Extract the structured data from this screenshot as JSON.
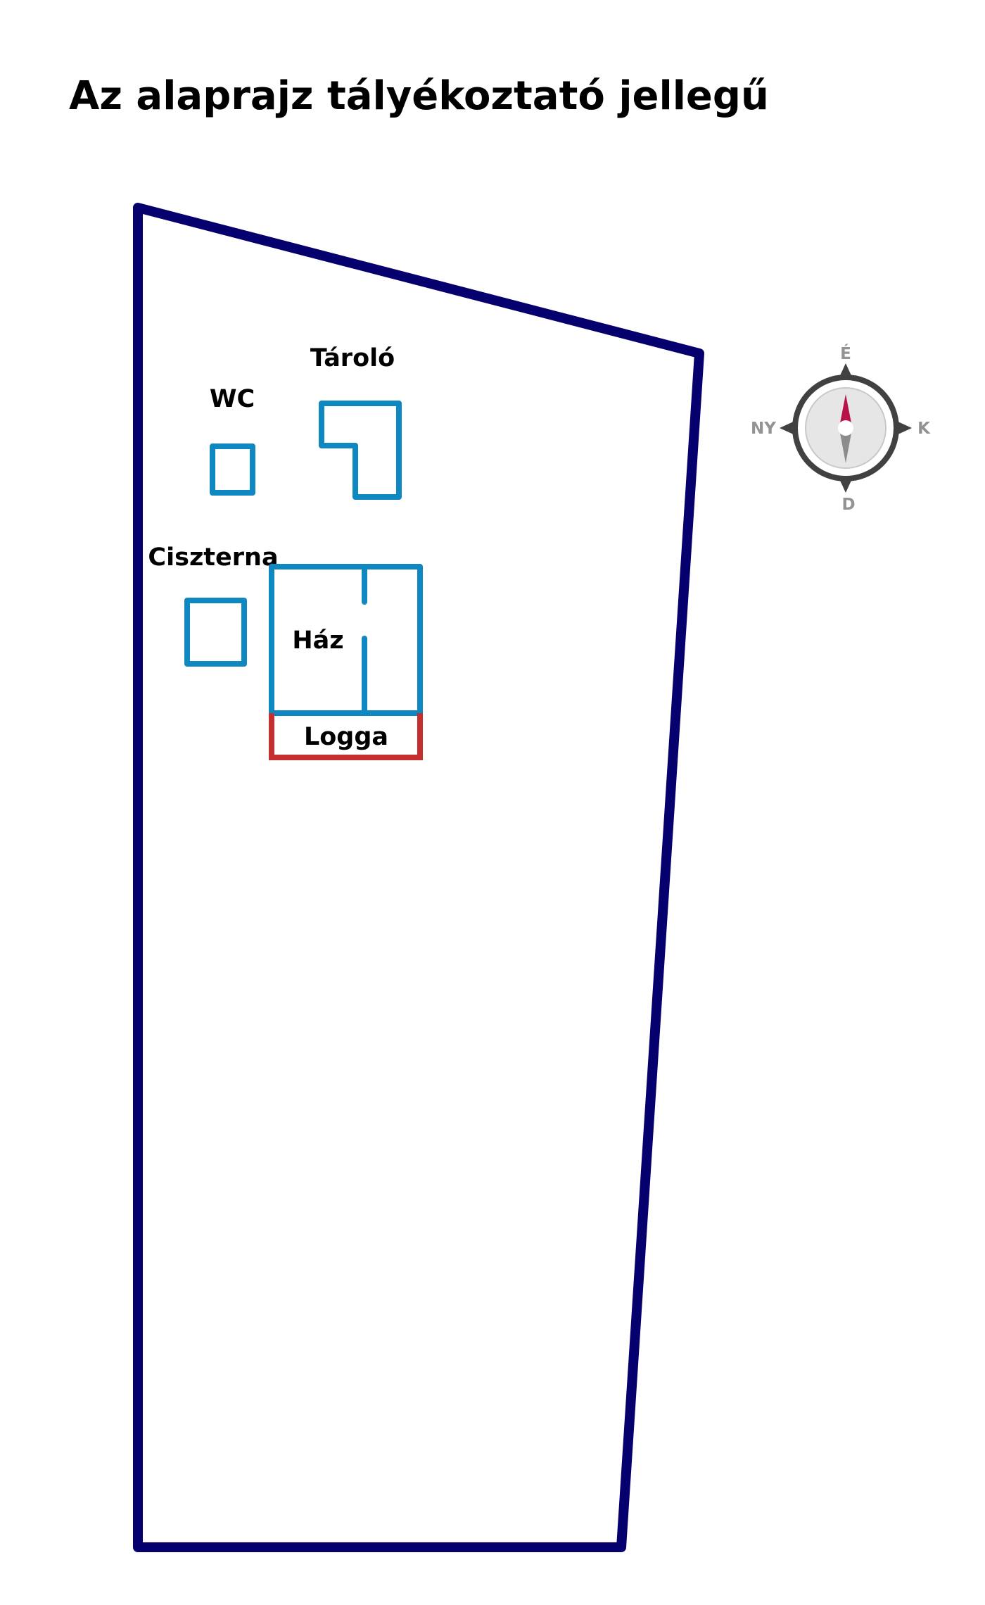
{
  "title": "Az alaprajz tályékoztató jellegű",
  "labels": {
    "wc": "WC",
    "storage": "Tároló",
    "cistern": "Ciszterna",
    "house": "Ház",
    "loggia": "Logga"
  },
  "compass": {
    "north": "É",
    "south": "D",
    "west": "NY",
    "east": "K"
  },
  "colors": {
    "plot_outline": "#05006e",
    "building_outline": "#0f88c2",
    "loggia_outline": "#c4302f",
    "label_text": "#000000",
    "compass_ring": "#414141",
    "compass_face": "#e6e6e6",
    "compass_needle_north": "#b8124b",
    "compass_needle_south": "#8c8c8c",
    "compass_letters": "#939393"
  }
}
